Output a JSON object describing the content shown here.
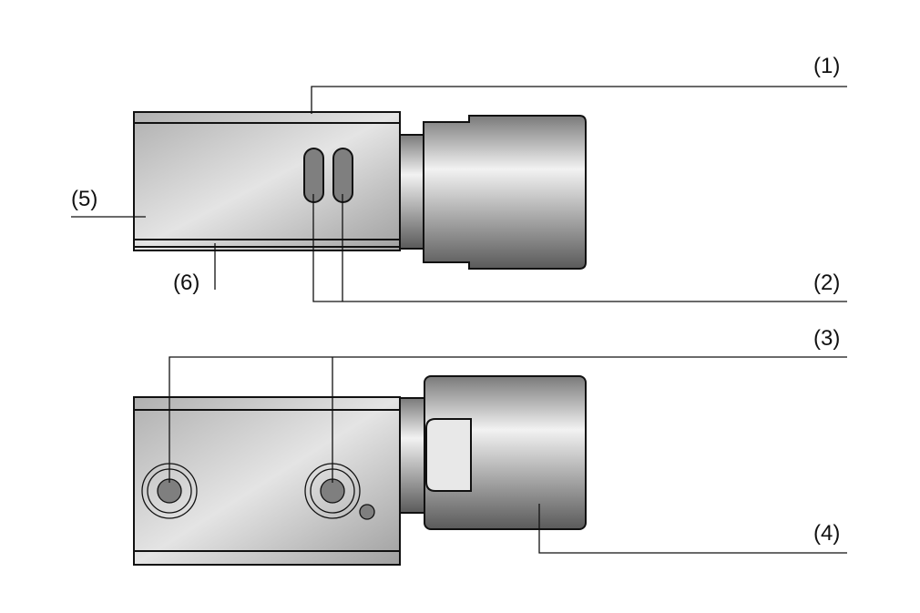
{
  "labels": {
    "l1": "(1)",
    "l2": "(2)",
    "l3": "(3)",
    "l4": "(4)",
    "l5": "(5)",
    "l6": "(6)"
  },
  "colors": {
    "metal_light": "#e6e6e6",
    "metal_dark": "#8c8c8c",
    "indicator": "#7f7f7f",
    "outline": "#111111"
  }
}
